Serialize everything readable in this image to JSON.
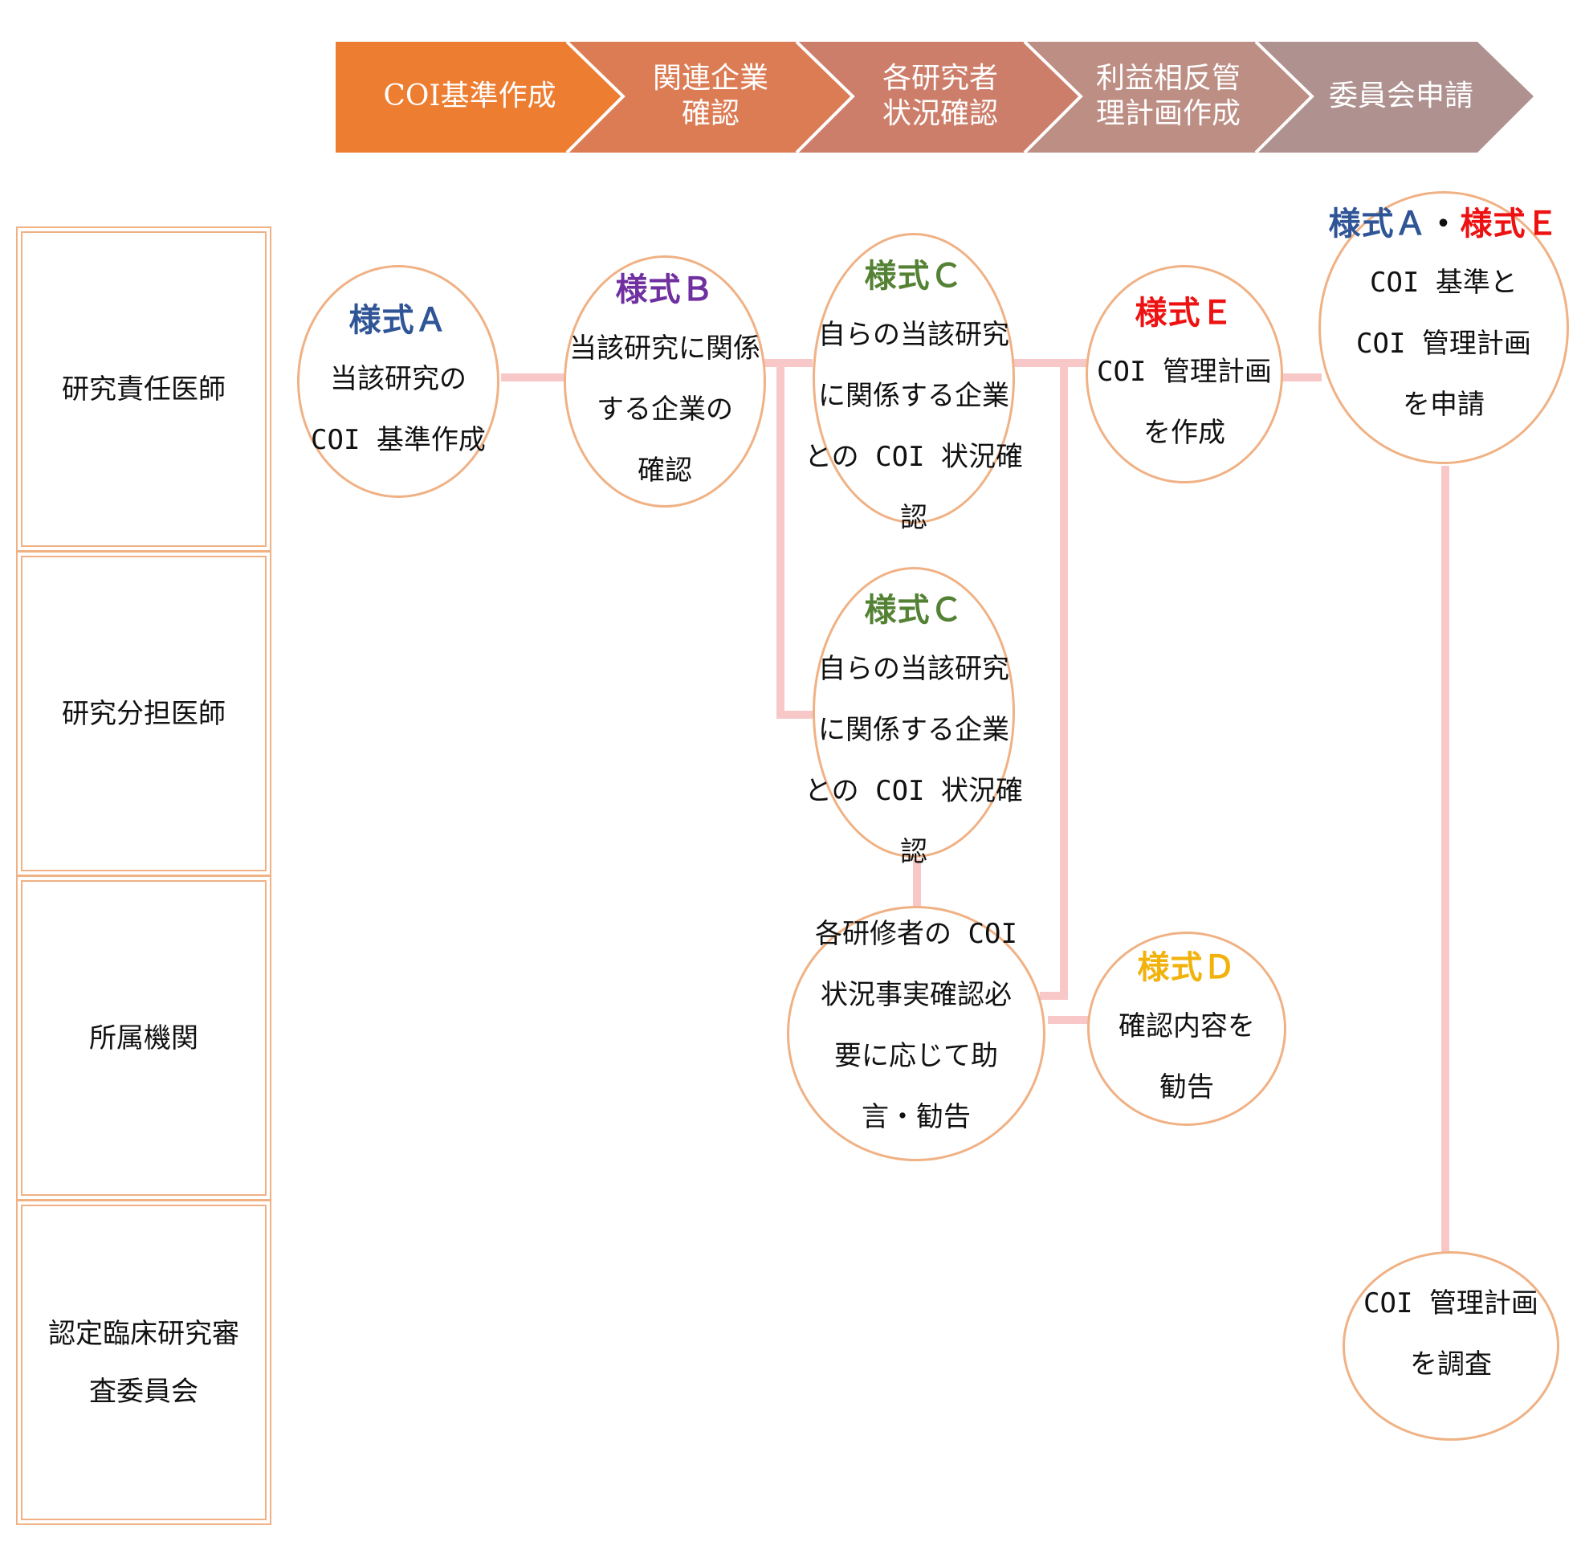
{
  "steps": [
    {
      "lines": [
        "COI基準作成"
      ],
      "color": "#ed7d31"
    },
    {
      "lines": [
        "関連企業",
        "確認"
      ],
      "color": "#dc7c55"
    },
    {
      "lines": [
        "各研究者",
        "状況確認"
      ],
      "color": "#cd7e6a"
    },
    {
      "lines": [
        "利益相反管",
        "理計画作成"
      ],
      "color": "#bd8e84"
    },
    {
      "lines": [
        "委員会申請"
      ],
      "color": "#af9290"
    }
  ],
  "roles": [
    {
      "lines": [
        "研究責任医師"
      ]
    },
    {
      "lines": [
        "研究分担医師"
      ]
    },
    {
      "lines": [
        "所属機関"
      ]
    },
    {
      "lines": [
        "認定臨床研究審",
        "査委員会"
      ]
    }
  ],
  "nodes": {
    "form_a": {
      "label": "様式Ａ",
      "lines": [
        "当該研究の",
        "COI 基準作成"
      ]
    },
    "form_b": {
      "label": "様式Ｂ",
      "lines": [
        "当該研究に関係",
        "する企業の",
        "確認"
      ]
    },
    "form_c_lead": {
      "label": "様式Ｃ",
      "lines": [
        "自らの当該研究",
        "に関係する企業",
        "との COI 状況確",
        "認"
      ]
    },
    "form_c_sub": {
      "label": "様式Ｃ",
      "lines": [
        "自らの当該研究",
        "に関係する企業",
        "との COI 状況確",
        "認"
      ]
    },
    "form_e": {
      "label": "様式Ｅ",
      "lines": [
        "COI 管理計画",
        "を作成"
      ]
    },
    "form_ae": {
      "label_a": "様式Ａ",
      "separator": "・",
      "label_e": "様式Ｅ",
      "lines": [
        "COI 基準と",
        "COI 管理計画",
        "を申請"
      ]
    },
    "institution_check": {
      "lines": [
        "各研修者の COI",
        "状況事実確認必",
        "要に応じて助",
        "言・勧告"
      ]
    },
    "form_d": {
      "label": "様式Ｄ",
      "lines": [
        "確認内容を",
        "勧告"
      ]
    },
    "committee_review": {
      "lines": [
        "COI 管理計画",
        "を調査"
      ]
    }
  },
  "colors": {
    "connector": "#f8c8c8",
    "node_border": "#f0b184",
    "role_border": "#f0b184"
  }
}
